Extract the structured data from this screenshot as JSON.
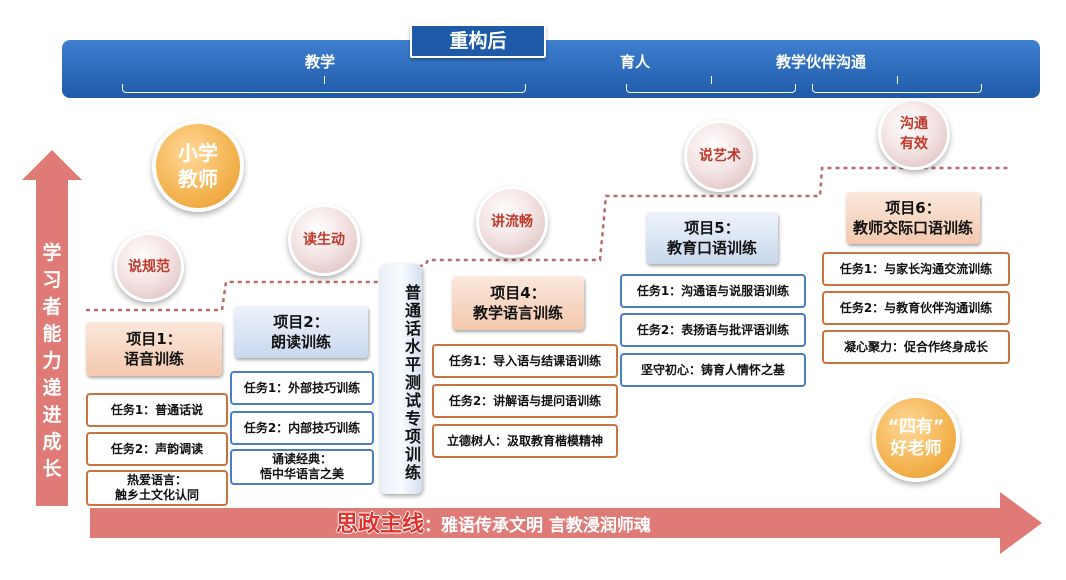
{
  "banner": {
    "title": "重构后",
    "labels": [
      "教学",
      "育人",
      "教学伙伴沟通"
    ]
  },
  "side_arrow": {
    "text": "学习者能力递进成长"
  },
  "bottom_arrow": {
    "main": "思政主线",
    "sub": "：雅语传承文明 言教浸润师魂"
  },
  "circles": {
    "xiaoxue": "小学教师",
    "shuofan": "说规范",
    "dushengdong": "读生动",
    "jiangliuchang": "讲流畅",
    "shuoyishu": "说艺术",
    "goutong": "沟通有效",
    "siyou_1": "“四有”",
    "siyou_2": "好老师"
  },
  "projects": {
    "p1": {
      "title": "项目1：",
      "name": "语音训练",
      "tasks": [
        "任务1：普通话说",
        "任务2：声韵调读"
      ],
      "extra_1": "热爱语言：",
      "extra_2": "触乡土文化认同"
    },
    "p2": {
      "title": "项目2：",
      "name": "朗读训练",
      "tasks": [
        "任务1：外部技巧训练",
        "任务2：内部技巧训练"
      ],
      "extra_1": "诵读经典：",
      "extra_2": "悟中华语言之美"
    },
    "vertical": "普通话水平测试专项训练",
    "p4": {
      "title": "项目4：",
      "name": "教学语言训练",
      "tasks": [
        "任务1：导入语与结课语训练",
        "任务2：讲解语与提问语训练"
      ],
      "extra": "立德树人：汲取教育楷模精神"
    },
    "p5": {
      "title": "项目5：",
      "name": "教育口语训练",
      "tasks": [
        "任务1：沟通语与说服语训练",
        "任务2：表扬语与批评语训练"
      ],
      "extra": "坚守初心：铸育人情怀之基"
    },
    "p6": {
      "title": "项目6：",
      "name": "教师交际口语训练",
      "tasks": [
        "任务1：与家长沟通交流训练",
        "任务2：与教育伙伴沟通训练"
      ],
      "extra": "凝心聚力：促合作终身成长"
    }
  },
  "colors": {
    "banner": "#1e5aa8",
    "arrow": "#e07a76",
    "accent_red": "#e0312a",
    "task_border": "#c9743e",
    "task_border_blue": "#4a7ec8"
  }
}
